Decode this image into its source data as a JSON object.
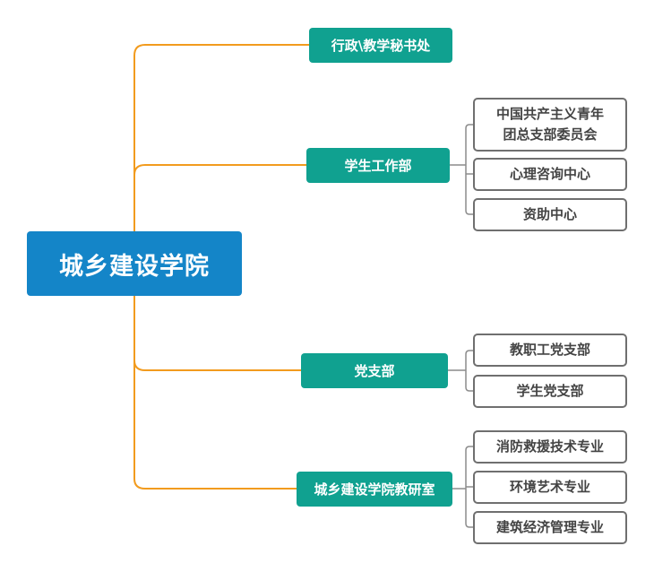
{
  "root": {
    "label": "城乡建设学院"
  },
  "branches": [
    {
      "label": "行政\\教学秘书处",
      "children": []
    },
    {
      "label": "学生工作部",
      "children": [
        "中国共产主义青年团总支部委员会",
        "心理咨询中心",
        "资助中心"
      ]
    },
    {
      "label": "党支部",
      "children": [
        "教职工党支部",
        "学生党支部"
      ]
    },
    {
      "label": "城乡建设学院教研室",
      "children": [
        "消防救援技术专业",
        "环境艺术专业",
        "建筑经济管理专业"
      ]
    }
  ],
  "leaf_lines": {
    "youth_league": [
      "中国共产主义青年",
      "团总支部委员会"
    ]
  },
  "colors": {
    "root": "#1485c8",
    "branch": "#10a190",
    "leaf_border": "#6f6f6f",
    "connector_main": "#f29b1e",
    "connector_leaf": "#8c8c8c"
  }
}
